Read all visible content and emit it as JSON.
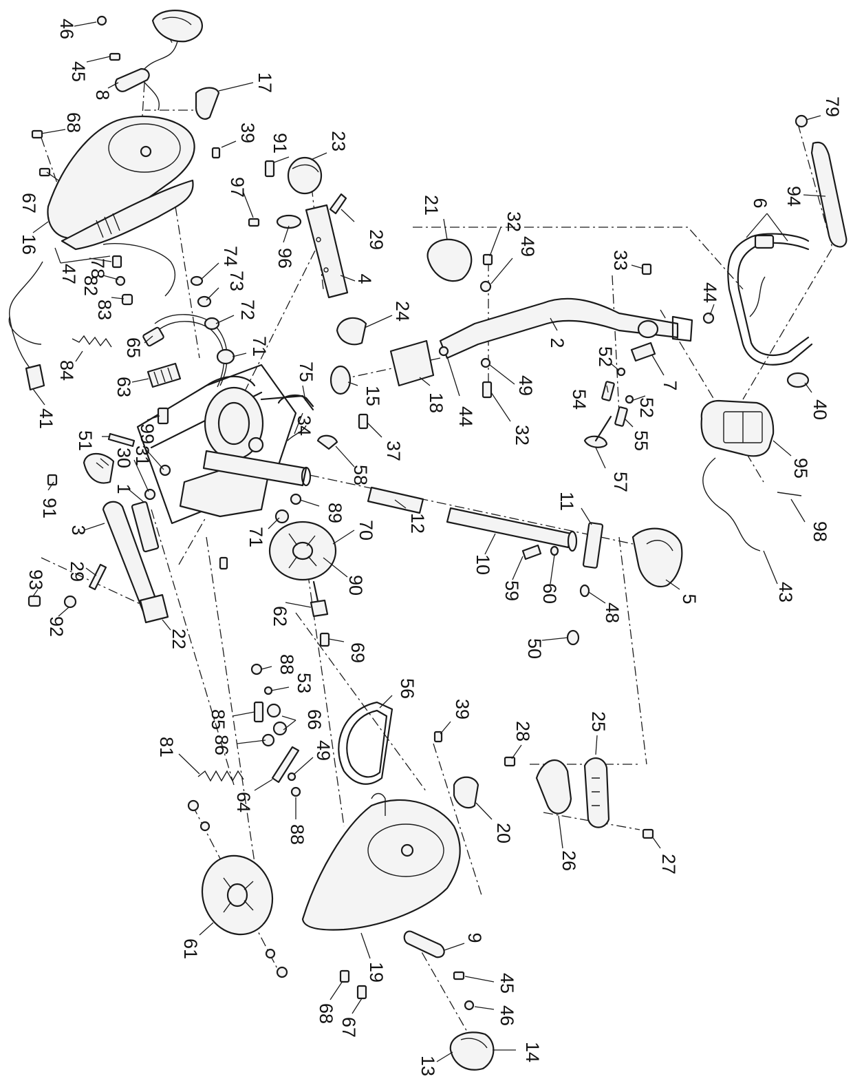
{
  "diagram": {
    "type": "exploded-parts-diagram",
    "orientation": "rotated 90° clockwise (callout numbers read sideways)",
    "line_color": "#1a1a1a",
    "background": "#ffffff"
  },
  "callouts": [
    {
      "id": "c46a",
      "text": "46"
    },
    {
      "id": "c45a",
      "text": "45"
    },
    {
      "id": "c8",
      "text": "8"
    },
    {
      "id": "c17",
      "text": "17"
    },
    {
      "id": "c68a",
      "text": "68"
    },
    {
      "id": "c39a",
      "text": "39"
    },
    {
      "id": "c91a",
      "text": "91"
    },
    {
      "id": "c23",
      "text": "23"
    },
    {
      "id": "c79",
      "text": "79"
    },
    {
      "id": "c67a",
      "text": "67"
    },
    {
      "id": "c97",
      "text": "97"
    },
    {
      "id": "c29a",
      "text": "29"
    },
    {
      "id": "c21",
      "text": "21"
    },
    {
      "id": "c32a",
      "text": "32"
    },
    {
      "id": "c49a",
      "text": "49"
    },
    {
      "id": "c6",
      "text": "6"
    },
    {
      "id": "c94",
      "text": "94"
    },
    {
      "id": "c16",
      "text": "16"
    },
    {
      "id": "c47",
      "text": "47"
    },
    {
      "id": "c78",
      "text": "78"
    },
    {
      "id": "c74",
      "text": "74"
    },
    {
      "id": "c96",
      "text": "96"
    },
    {
      "id": "c73",
      "text": "73"
    },
    {
      "id": "c4",
      "text": "4"
    },
    {
      "id": "c33",
      "text": "33"
    },
    {
      "id": "c44a",
      "text": "44"
    },
    {
      "id": "c82",
      "text": "82"
    },
    {
      "id": "c83",
      "text": "83"
    },
    {
      "id": "c72",
      "text": "72"
    },
    {
      "id": "c24",
      "text": "24"
    },
    {
      "id": "c2",
      "text": "2"
    },
    {
      "id": "c65",
      "text": "65"
    },
    {
      "id": "c71a",
      "text": "71"
    },
    {
      "id": "c52a",
      "text": "52"
    },
    {
      "id": "c7",
      "text": "7"
    },
    {
      "id": "c84",
      "text": "84"
    },
    {
      "id": "c63",
      "text": "63"
    },
    {
      "id": "c75",
      "text": "75"
    },
    {
      "id": "c15",
      "text": "15"
    },
    {
      "id": "c18",
      "text": "18"
    },
    {
      "id": "c44b",
      "text": "44"
    },
    {
      "id": "c49b",
      "text": "49"
    },
    {
      "id": "c54",
      "text": "54"
    },
    {
      "id": "c52b",
      "text": "52"
    },
    {
      "id": "c40",
      "text": "40"
    },
    {
      "id": "c41",
      "text": "41"
    },
    {
      "id": "c99",
      "text": "99"
    },
    {
      "id": "c34",
      "text": "34"
    },
    {
      "id": "c37",
      "text": "37"
    },
    {
      "id": "c32b",
      "text": "32"
    },
    {
      "id": "c55",
      "text": "55"
    },
    {
      "id": "c51",
      "text": "51"
    },
    {
      "id": "c30",
      "text": "30"
    },
    {
      "id": "c31",
      "text": "31"
    },
    {
      "id": "c58",
      "text": "58"
    },
    {
      "id": "c57",
      "text": "57"
    },
    {
      "id": "c95",
      "text": "95"
    },
    {
      "id": "c1",
      "text": "1"
    },
    {
      "id": "c91b",
      "text": "91"
    },
    {
      "id": "c89",
      "text": "89"
    },
    {
      "id": "c71b",
      "text": "71"
    },
    {
      "id": "c70",
      "text": "70"
    },
    {
      "id": "c12",
      "text": "12"
    },
    {
      "id": "c11",
      "text": "11"
    },
    {
      "id": "c3",
      "text": "3"
    },
    {
      "id": "c98",
      "text": "98"
    },
    {
      "id": "c10",
      "text": "10"
    },
    {
      "id": "c29b",
      "text": "29"
    },
    {
      "id": "c90",
      "text": "90"
    },
    {
      "id": "c59",
      "text": "59"
    },
    {
      "id": "c60",
      "text": "60"
    },
    {
      "id": "c43",
      "text": "43"
    },
    {
      "id": "c93",
      "text": "93"
    },
    {
      "id": "c5",
      "text": "5"
    },
    {
      "id": "c48",
      "text": "48"
    },
    {
      "id": "c62",
      "text": "62"
    },
    {
      "id": "c92",
      "text": "92"
    },
    {
      "id": "c22",
      "text": "22"
    },
    {
      "id": "c50",
      "text": "50"
    },
    {
      "id": "c69",
      "text": "69"
    },
    {
      "id": "c88a",
      "text": "88"
    },
    {
      "id": "c53",
      "text": "53"
    },
    {
      "id": "c56",
      "text": "56"
    },
    {
      "id": "c39b",
      "text": "39"
    },
    {
      "id": "c85",
      "text": "85"
    },
    {
      "id": "c66",
      "text": "66"
    },
    {
      "id": "c28",
      "text": "28"
    },
    {
      "id": "c25",
      "text": "25"
    },
    {
      "id": "c86",
      "text": "86"
    },
    {
      "id": "c81",
      "text": "81"
    },
    {
      "id": "c49c",
      "text": "49"
    },
    {
      "id": "c64",
      "text": "64"
    },
    {
      "id": "c88b",
      "text": "88"
    },
    {
      "id": "c20",
      "text": "20"
    },
    {
      "id": "c27",
      "text": "27"
    },
    {
      "id": "c26",
      "text": "26"
    },
    {
      "id": "c61",
      "text": "61"
    },
    {
      "id": "c9",
      "text": "9"
    },
    {
      "id": "c19",
      "text": "19"
    },
    {
      "id": "c45b",
      "text": "45"
    },
    {
      "id": "c68b",
      "text": "68"
    },
    {
      "id": "c67b",
      "text": "67"
    },
    {
      "id": "c46b",
      "text": "46"
    },
    {
      "id": "c14",
      "text": "14"
    },
    {
      "id": "c13",
      "text": "13"
    }
  ]
}
